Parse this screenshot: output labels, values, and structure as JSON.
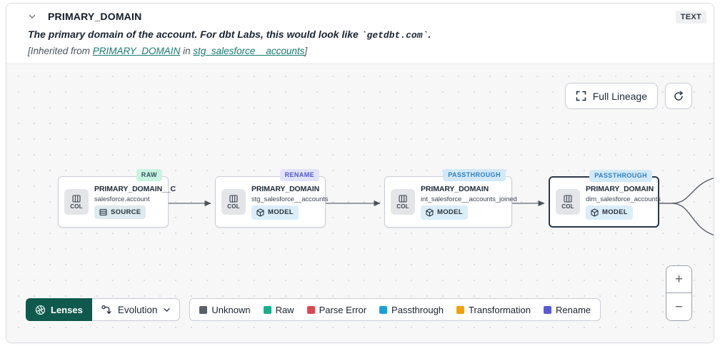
{
  "header": {
    "title": "PRIMARY_DOMAIN",
    "type_badge": "TEXT",
    "description_prefix": "The primary domain of the account. For dbt Labs, this would look like ",
    "description_code": "`getdbt.com`",
    "description_suffix": ".",
    "inherited_prefix": "[Inherited from ",
    "inherited_link_column": "PRIMARY_DOMAIN",
    "inherited_middle": " in ",
    "inherited_link_model": "stg_salesforce__accounts",
    "inherited_suffix": "]"
  },
  "toolbar": {
    "full_lineage_label": "Full Lineage"
  },
  "canvas": {
    "nodes": [
      {
        "title": "PRIMARY_DOMAIN__C",
        "subtitle": "salesforce.account",
        "resource": "SOURCE",
        "status": "RAW",
        "col_label": "COL"
      },
      {
        "title": "PRIMARY_DOMAIN",
        "subtitle": "stg_salesforce__accounts",
        "resource": "MODEL",
        "status": "RENAME",
        "col_label": "COL"
      },
      {
        "title": "PRIMARY_DOMAIN",
        "subtitle": "int_salesforce__accounts_joined",
        "resource": "MODEL",
        "status": "PASSTHROUGH",
        "col_label": "COL"
      },
      {
        "title": "PRIMARY_DOMAIN",
        "subtitle": "dim_salesforce_accounts",
        "resource": "MODEL",
        "status": "PASSTHROUGH",
        "col_label": "COL"
      }
    ]
  },
  "controls": {
    "zoom_in": "+",
    "zoom_out": "−"
  },
  "footer": {
    "lenses_label": "Lenses",
    "lens_selected": "Evolution",
    "legend": [
      {
        "label": "Unknown",
        "color": "#5b6068"
      },
      {
        "label": "Raw",
        "color": "#17b08b"
      },
      {
        "label": "Parse Error",
        "color": "#e0474d"
      },
      {
        "label": "Passthrough",
        "color": "#1b9fd8"
      },
      {
        "label": "Transformation",
        "color": "#f0a202"
      },
      {
        "label": "Rename",
        "color": "#595bd4"
      }
    ]
  },
  "colors": {
    "accent_teal": "#0f5a4c",
    "link": "#147a6c",
    "status_raw_bg": "#c7f4e1",
    "status_rename_bg": "#e0e3fb",
    "status_passthrough_bg": "#d2e9f9",
    "canvas_bg": "#f7f7f8"
  }
}
